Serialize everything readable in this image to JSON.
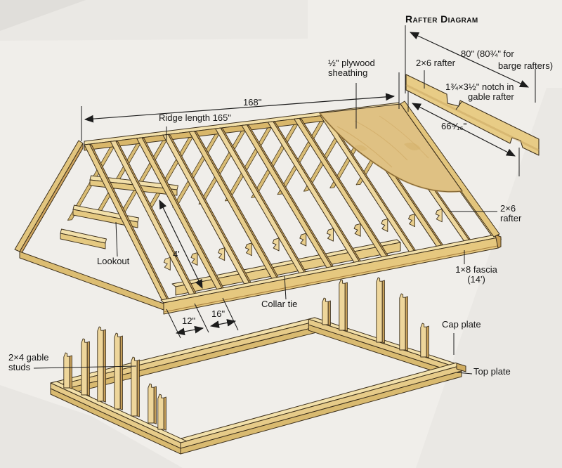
{
  "inset": {
    "title": "Rafter Diagram",
    "dim_80_line1": "80\"  (80¾\" for",
    "dim_80_line2": "barge rafters)",
    "rafter_label": "2×6 rafter",
    "notch_line1": "1¾×3½\" notch in",
    "notch_line2": "gable rafter",
    "dim_66": "66⁵⁄₁₆\""
  },
  "roof": {
    "dim_total": "168\"",
    "ridge_label": "Ridge length 165\"",
    "plywood_line1": "½\" plywood",
    "plywood_line2": "sheathing",
    "lookout_label": "Lookout",
    "dim_4ft": "4'",
    "collar_tie_label": "Collar tie",
    "dim_12": "12\"",
    "dim_16": "16\"",
    "rafter_line1": "2×6",
    "rafter_line2": "rafter",
    "fascia_line1": "1×8 fascia",
    "fascia_line2": "(14')"
  },
  "wall": {
    "cap_plate_label": "Cap plate",
    "top_plate_label": "Top plate",
    "gable_studs_line1": "2×4 gable",
    "gable_studs_line2": "studs"
  },
  "colors": {
    "paper": "#f0eeea",
    "paper_shade": "#e6e4e0",
    "outline": "#3c2f1b",
    "line": "#1c1c1c",
    "wood_light": "#f2e0aa",
    "wood_face": "#e9cf8d",
    "wood_face2": "#e2c47c",
    "wood_side": "#c9a25c",
    "wood_back": "#d9bc74",
    "plywood": "#dfc183",
    "plywood_grain": "#c79e54"
  }
}
